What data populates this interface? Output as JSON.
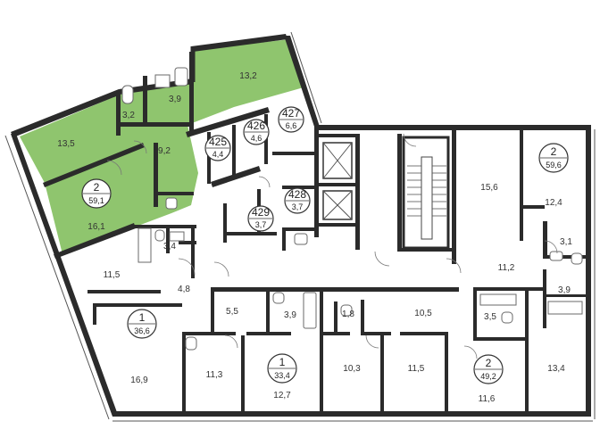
{
  "colors": {
    "highlight": "#8fc56e",
    "wall": "#2b2b2b",
    "background": "#ffffff"
  },
  "apartments": [
    {
      "id": "apt-a",
      "rooms_label": "2",
      "total_area": "59,1",
      "highlighted": true
    },
    {
      "id": "apt-b",
      "rooms_label": "2",
      "total_area": "59,6",
      "highlighted": false
    },
    {
      "id": "apt-c",
      "rooms_label": "1",
      "total_area": "36,6",
      "highlighted": false
    },
    {
      "id": "apt-d",
      "rooms_label": "1",
      "total_area": "33,4",
      "highlighted": false
    },
    {
      "id": "apt-e",
      "rooms_label": "2",
      "total_area": "49,2",
      "highlighted": false
    }
  ],
  "storage_units": [
    {
      "number": "425",
      "area": "4,4"
    },
    {
      "number": "426",
      "area": "4,6"
    },
    {
      "number": "427",
      "area": "6,6"
    },
    {
      "number": "428",
      "area": "3,7"
    },
    {
      "number": "429",
      "area": "3,7"
    }
  ],
  "room_areas": {
    "r13_2": "13,2",
    "r13_5": "13,5",
    "r3_2": "3,2",
    "r3_9a": "3,9",
    "r9_2": "9,2",
    "r16_1": "16,1",
    "r3_4": "3,4",
    "r11_5a": "11,5",
    "r4_8": "4,8",
    "r16_9": "16,9",
    "r11_3": "11,3",
    "r5_5": "5,5",
    "r3_9b": "3,9",
    "r12_7": "12,7",
    "r1_8": "1,8",
    "r10_3": "10,3",
    "r10_5": "10,5",
    "r11_5b": "11,5",
    "r3_5": "3,5",
    "r11_6": "11,6",
    "r13_4": "13,4",
    "r15_6": "15,6",
    "r12_4": "12,4",
    "r11_2": "11,2",
    "r3_1": "3,1",
    "r3_9c": "3,9"
  }
}
